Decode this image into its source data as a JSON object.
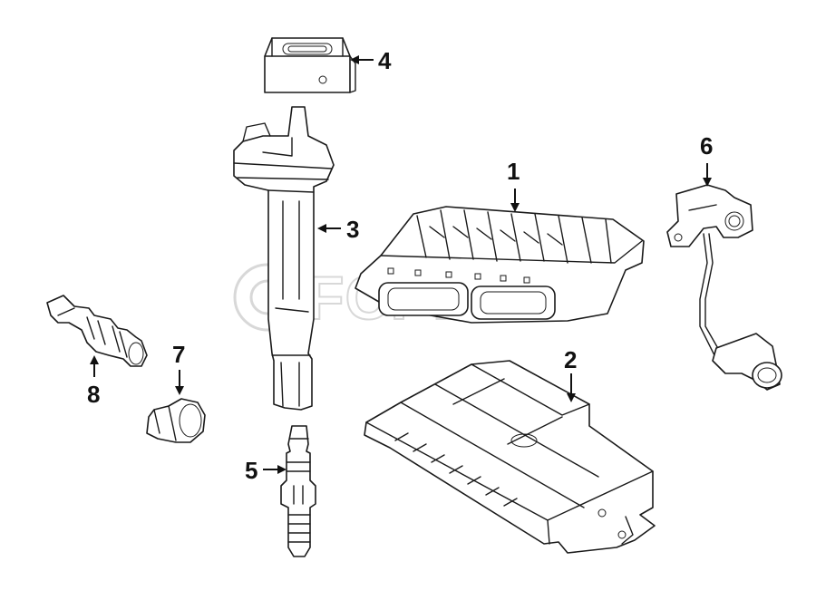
{
  "diagram": {
    "callouts": [
      {
        "id": "1",
        "label": "1"
      },
      {
        "id": "2",
        "label": "2"
      },
      {
        "id": "3",
        "label": "3"
      },
      {
        "id": "4",
        "label": "4"
      },
      {
        "id": "5",
        "label": "5"
      },
      {
        "id": "6",
        "label": "6"
      },
      {
        "id": "7",
        "label": "7"
      },
      {
        "id": "8",
        "label": "8"
      }
    ],
    "watermark": {
      "text": "FCPEuro",
      "color": "#d4d4d4"
    },
    "line_color": "#1a1a1a"
  }
}
